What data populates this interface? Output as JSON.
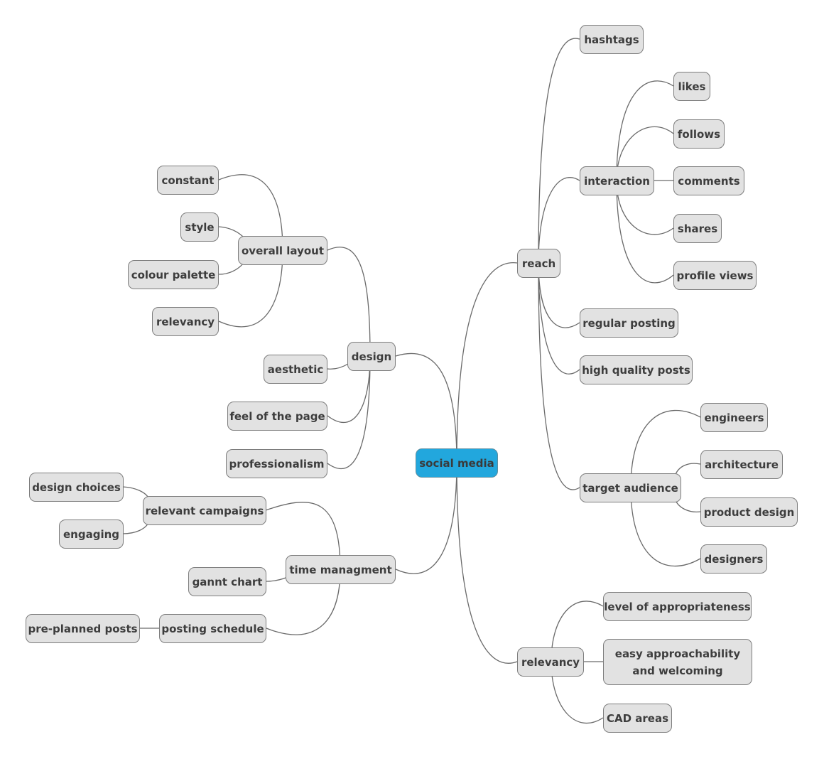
{
  "mindmap": {
    "root": "social media",
    "branches": {
      "reach": {
        "label": "reach",
        "items": {
          "hashtags": "hashtags",
          "interaction": {
            "label": "interaction",
            "items": {
              "likes": "likes",
              "follows": "follows",
              "comments": "comments",
              "shares": "shares",
              "profile_views": "profile views"
            }
          },
          "regular_posting": "regular posting",
          "high_quality_posts": "high quality posts",
          "target_audience": {
            "label": "target audience",
            "items": {
              "engineers": "engineers",
              "architecture": "architecture",
              "product_design": "product design",
              "designers": "designers"
            }
          }
        }
      },
      "relevancy": {
        "label": "relevancy",
        "items": {
          "level_of_appropriateness": "level of appropriateness",
          "easy_approachability": "easy approachability\nand welcoming",
          "cad_areas": "CAD areas"
        }
      },
      "design": {
        "label": "design",
        "items": {
          "overall_layout": {
            "label": "overall layout",
            "items": {
              "constant": "constant",
              "style": "style",
              "colour_palette": "colour palette",
              "relevancy": "relevancy"
            }
          },
          "aesthetic": "aesthetic",
          "feel_of_the_page": "feel of the page",
          "professionalism": "professionalism"
        }
      },
      "time_managment": {
        "label": "time managment",
        "items": {
          "relevant_campaigns": {
            "label": "relevant campaigns",
            "items": {
              "design_choices": "design choices",
              "engaging": "engaging"
            }
          },
          "gannt_chart": "gannt chart",
          "posting_schedule": {
            "label": "posting schedule",
            "items": {
              "pre_planned_posts": "pre-planned posts"
            }
          }
        }
      }
    }
  },
  "colors": {
    "root_fill": "#22a7dd",
    "node_fill": "#e2e2e2",
    "line": "#6a6a6a"
  }
}
